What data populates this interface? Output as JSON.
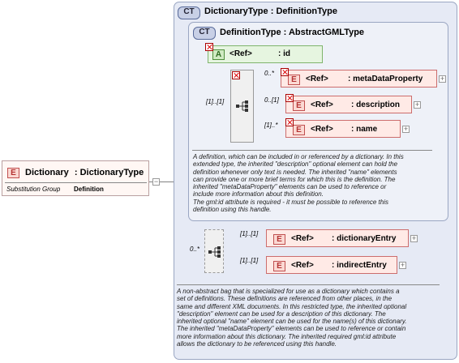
{
  "root": {
    "kind": "E",
    "name": "Dictionary",
    "type": ": DictionaryType",
    "substitution_label": "Substitution Group",
    "substitution_value": "Definition"
  },
  "outer_type": {
    "kind": "CT",
    "name": "DictionaryType",
    "base": ": DefinitionType"
  },
  "inner_type": {
    "kind": "CT",
    "name": "DefinitionType",
    "base": ": AbstractGMLType"
  },
  "attribute": {
    "kind": "A",
    "ref": "<Ref>",
    "name": ": id"
  },
  "inner_sequence": {
    "cardinality": "[1]..[1]",
    "items": [
      {
        "kind": "E",
        "ref": "<Ref>",
        "name": ": metaDataProperty",
        "cardinality": "0..*"
      },
      {
        "kind": "E",
        "ref": "<Ref>",
        "name": ": description",
        "cardinality": "0..[1]"
      },
      {
        "kind": "E",
        "ref": "<Ref>",
        "name": ": name",
        "cardinality": "[1]..*"
      }
    ]
  },
  "inner_doc": [
    "A definition, which can be included in or referenced by a dictionary. In this",
    "extended type, the inherited \"description\" optional element can hold the",
    "definition whenever only text is needed. The inherited \"name\" elements",
    "can provide one or more brief terms for which this is the definition. The",
    "inherited \"metaDataProperty\" elements can be used to reference or",
    "include more information about this definition.",
    "The gml:id attribute is required - it must be possible to reference this",
    "definition using this handle."
  ],
  "outer_sequence": {
    "cardinality": "0..*",
    "items": [
      {
        "kind": "E",
        "ref": "<Ref>",
        "name": ": dictionaryEntry",
        "cardinality": "[1]..[1]"
      },
      {
        "kind": "E",
        "ref": "<Ref>",
        "name": ": indirectEntry",
        "cardinality": "[1]..[1]"
      }
    ]
  },
  "outer_doc": [
    "A non-abstract bag that is specialized for use as a dictionary which contains a",
    "set of definitions. These definitions are referenced from other places, in the",
    "same and different XML documents. In this restricted type, the inherited optional",
    "\"description\" element can be used for a description of this dictionary. The",
    "inherited optional \"name\" element can be used for the name(s) of this dictionary.",
    "The inherited \"metaDataProperty\" elements can be used to reference or contain",
    "more information about this dictionary. The inherited required gml:id attribute",
    "allows the dictionary to be referenced using this handle."
  ],
  "icons": {
    "element": "element-icon",
    "attribute": "attribute-icon",
    "complex_type": "complex-type-icon",
    "sequence": "sequence-icon",
    "expand": "expand-plus-icon",
    "restricted": "red-x-icon"
  },
  "colors": {
    "type_box": "#e6eaf5",
    "element_fill": "#fff7f4",
    "element_icon": "#fbd9d3",
    "attribute_fill": "#e6f5e0"
  }
}
